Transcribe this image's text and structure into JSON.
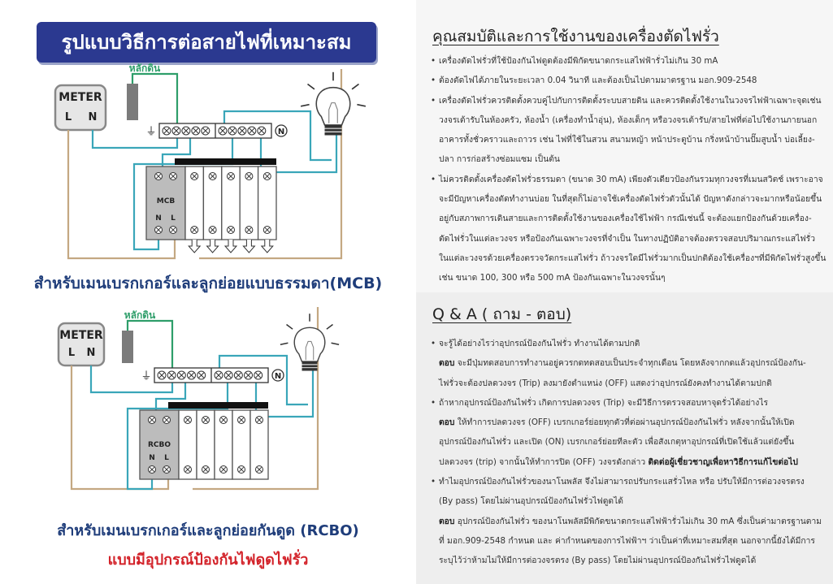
{
  "left": {
    "title": "รูปแบบวิธีการต่อสายไฟที่เหมาะสม",
    "diagram_mcb": {
      "meter": "METER",
      "l": "L",
      "n": "N",
      "ground_label": "หลักดิน",
      "breaker": "MCB",
      "neutral_symbol": "N"
    },
    "caption_mcb": "สำหรับเมนเบรกเกอร์และลูกย่อยแบบธรรมดา(MCB)",
    "diagram_rcbo": {
      "meter": "METER",
      "l": "L",
      "n": "N",
      "ground_label": "หลักดิน",
      "breaker": "RCBO",
      "neutral_symbol": "N"
    },
    "caption_rcbo": "สำหรับเมนเบรกเกอร์และลูกย่อยกันดูด (RCBO)",
    "caption_rcbo_sub": "แบบมีอุปกรณ์ป้องกันไฟดูดไฟรั่ว",
    "colors": {
      "title_bg": "#2b3990",
      "caption": "#1f3d7a",
      "caption_red": "#d3232a",
      "wire_teal": "#3aa6b9",
      "wire_tan": "#c4a882",
      "ground_green": "#2e9e6a"
    }
  },
  "properties": {
    "heading": "คุณสมบัติและการใช้งานของเครื่องตัดไฟรั่ว",
    "bullets": [
      [
        "เครื่องตัดไฟรั่วที่ใช้ป้องกันไฟดูดต้องมีพิกัดขนาดกระแสไฟฟ้ารั่วไม่เกิน 30 mA"
      ],
      [
        "ต้องตัดไฟได้ภายในระยะเวลา 0.04 วินาที และต้องเป็นไปตามมาตรฐาน มอก.909-2548"
      ],
      [
        "เครื่องตัดไฟรั่วควรติดตั้งควบคู่ไปกับการติดตั้งระบบสายดิน และควรติดตั้งใช้งานในวงจรไฟฟ้าเฉพาะจุดเช่น",
        "วงจรเต้ารับในห้องครัว, ห้องน้ำ (เครื่องทำน้ำอุ่น), ห้องเด็กๆ หรือวงจรเต้ารับ/สายไฟที่ต่อไปใช้งานภายนอก",
        "อาคารทั้งชั่วคราวและถาวร เช่น ไฟที่ใช้ในสวน สนามหญ้า หน้าประตูบ้าน กริ่งหน้าบ้านปั๊มสูบน้ำ บ่อเลี้ยง-",
        "ปลา การก่อสร้างซ่อมแซม เป็นต้น"
      ],
      [
        "ไม่ควรติดตั้งเครื่องตัดไฟรั่วธรรมดา (ขนาด 30 mA) เพียงตัวเดียวป้องกันรวมทุกวงจรที่เมนสวิตช์ เพราะอาจ",
        "จะมีปัญหาเครื่องตัดทำงานบ่อย ในที่สุดก็ไม่อาจใช้เครื่องตัดไฟรั่วตัวนั้นได้ ปัญหาดังกล่าวจะมากหรือน้อยขึ้น",
        "อยู่กับสภาพการเดินสายและการติดตั้งใช้งานของเครื่องใช้ไฟฟ้า กรณีเช่นนี้ จะต้องแยกป้องกันด้วยเครื่อง-",
        "ตัดไฟรั่วในแต่ละวงจร หรือป้องกันเฉพาะวงจรที่จำเป็น ในทางปฏิบัติอาจต้องตรวจสอบปริมาณกระแสไฟรั่ว",
        "ในแต่ละวงจรด้วยเครื่องตรวจวัดกระแสไฟรั่ว ถ้าวงจรใดมีไฟรั่วมากเป็นปกติต้องใช้เครื่องฯที่มีพิกัดไฟรั่วสูงขึ้น",
        "เช่น ขนาด 100, 300 หรือ 500 mA ป้องกันเฉพาะในวงจรนั้นๆ"
      ]
    ]
  },
  "qa": {
    "heading": "Q & A ( ถาม - ตอบ)",
    "answer_label": "ตอบ",
    "items": [
      {
        "q": [
          "จะรู้ได้อย่างไรว่าอุปกรณ์ป้องกันไฟรั่ว ทำงานได้ตามปกติ"
        ],
        "a_first": "จะมีปุ่มทดสอบการทำงานอยู่ควรกดทดสอบเป็นประจำทุกเดือน โดยหลังจากกดแล้วอุปกรณ์ป้องกัน-",
        "a_rest": [
          "ไฟรั่วจะต้องปลดวงจร (Trip) ลงมายังตำแหน่ง (OFF) แสดงว่าอุปกรณ์ยังคงทำงานได้ตามปกติ"
        ],
        "a_bold_tail": ""
      },
      {
        "q": [
          "ถ้าหากอุปกรณ์ป้องกันไฟรั่ว เกิดการปลดวงจร (Trip) จะมีวิธีการตรวจสอบหาจุดรั่วได้อย่างไร"
        ],
        "a_first": "ให้ทำการปลดวงจร (OFF) เบรกเกอร์ย่อยทุกตัวที่ต่อผ่านอุปกรณ์ป้องกันไฟรั่ว หลังจากนั้นให้เปิด",
        "a_rest": [
          "อุปกรณ์ป้องกันไฟรั่ว และเปิด (ON) เบรกเกอร์ย่อยทีละตัว เพื่อสังเกตุหาอุปกรณ์ที่เปิดใช้แล้วแต่ยังขึ้น",
          "ปลดวงจร (trip) จากนั้นให้ทำการปิด (OFF) วงจรดังกล่าว"
        ],
        "a_bold_tail": "ติดต่อผู้เชี่ยวชาญเพื่อหาวิธีการแก้ไขต่อไป"
      },
      {
        "q": [
          "ทำไมอุปกรณ์ป้องกันไฟรั่วของนาโนพลัส จึงไม่สามารถปรับกระแสรั่วไหล หรือ ปรับให้มีการต่อวงจรตรง",
          "(By pass) โดยไม่ผ่านอุปกรณ์ป้องกันไฟรั่วไฟดูดได้"
        ],
        "a_first": "อุปกรณ์ป้องกันไฟรั่ว ของนาโนพลัสมีพิกัดขนาดกระแสไฟฟ้ารั่วไม่เกิน 30 mA ซึ่งเป็นค่ามาตรฐานตาม",
        "a_rest": [
          "ที่ มอก.909-2548 กำหนด และ ค่ากำหนดของการไฟฟ้าฯ ว่าเป็นค่าที่เหมาะสมที่สุด นอกจากนี้ยังได้มีการ",
          "ระบุไว้ว่าห้ามไม่ให้มีการต่อวงจรตรง (By pass) โดยไม่ผ่านอุปกรณ์ป้องกันไฟรั่วไฟดูดได้"
        ],
        "a_bold_tail": ""
      }
    ]
  }
}
